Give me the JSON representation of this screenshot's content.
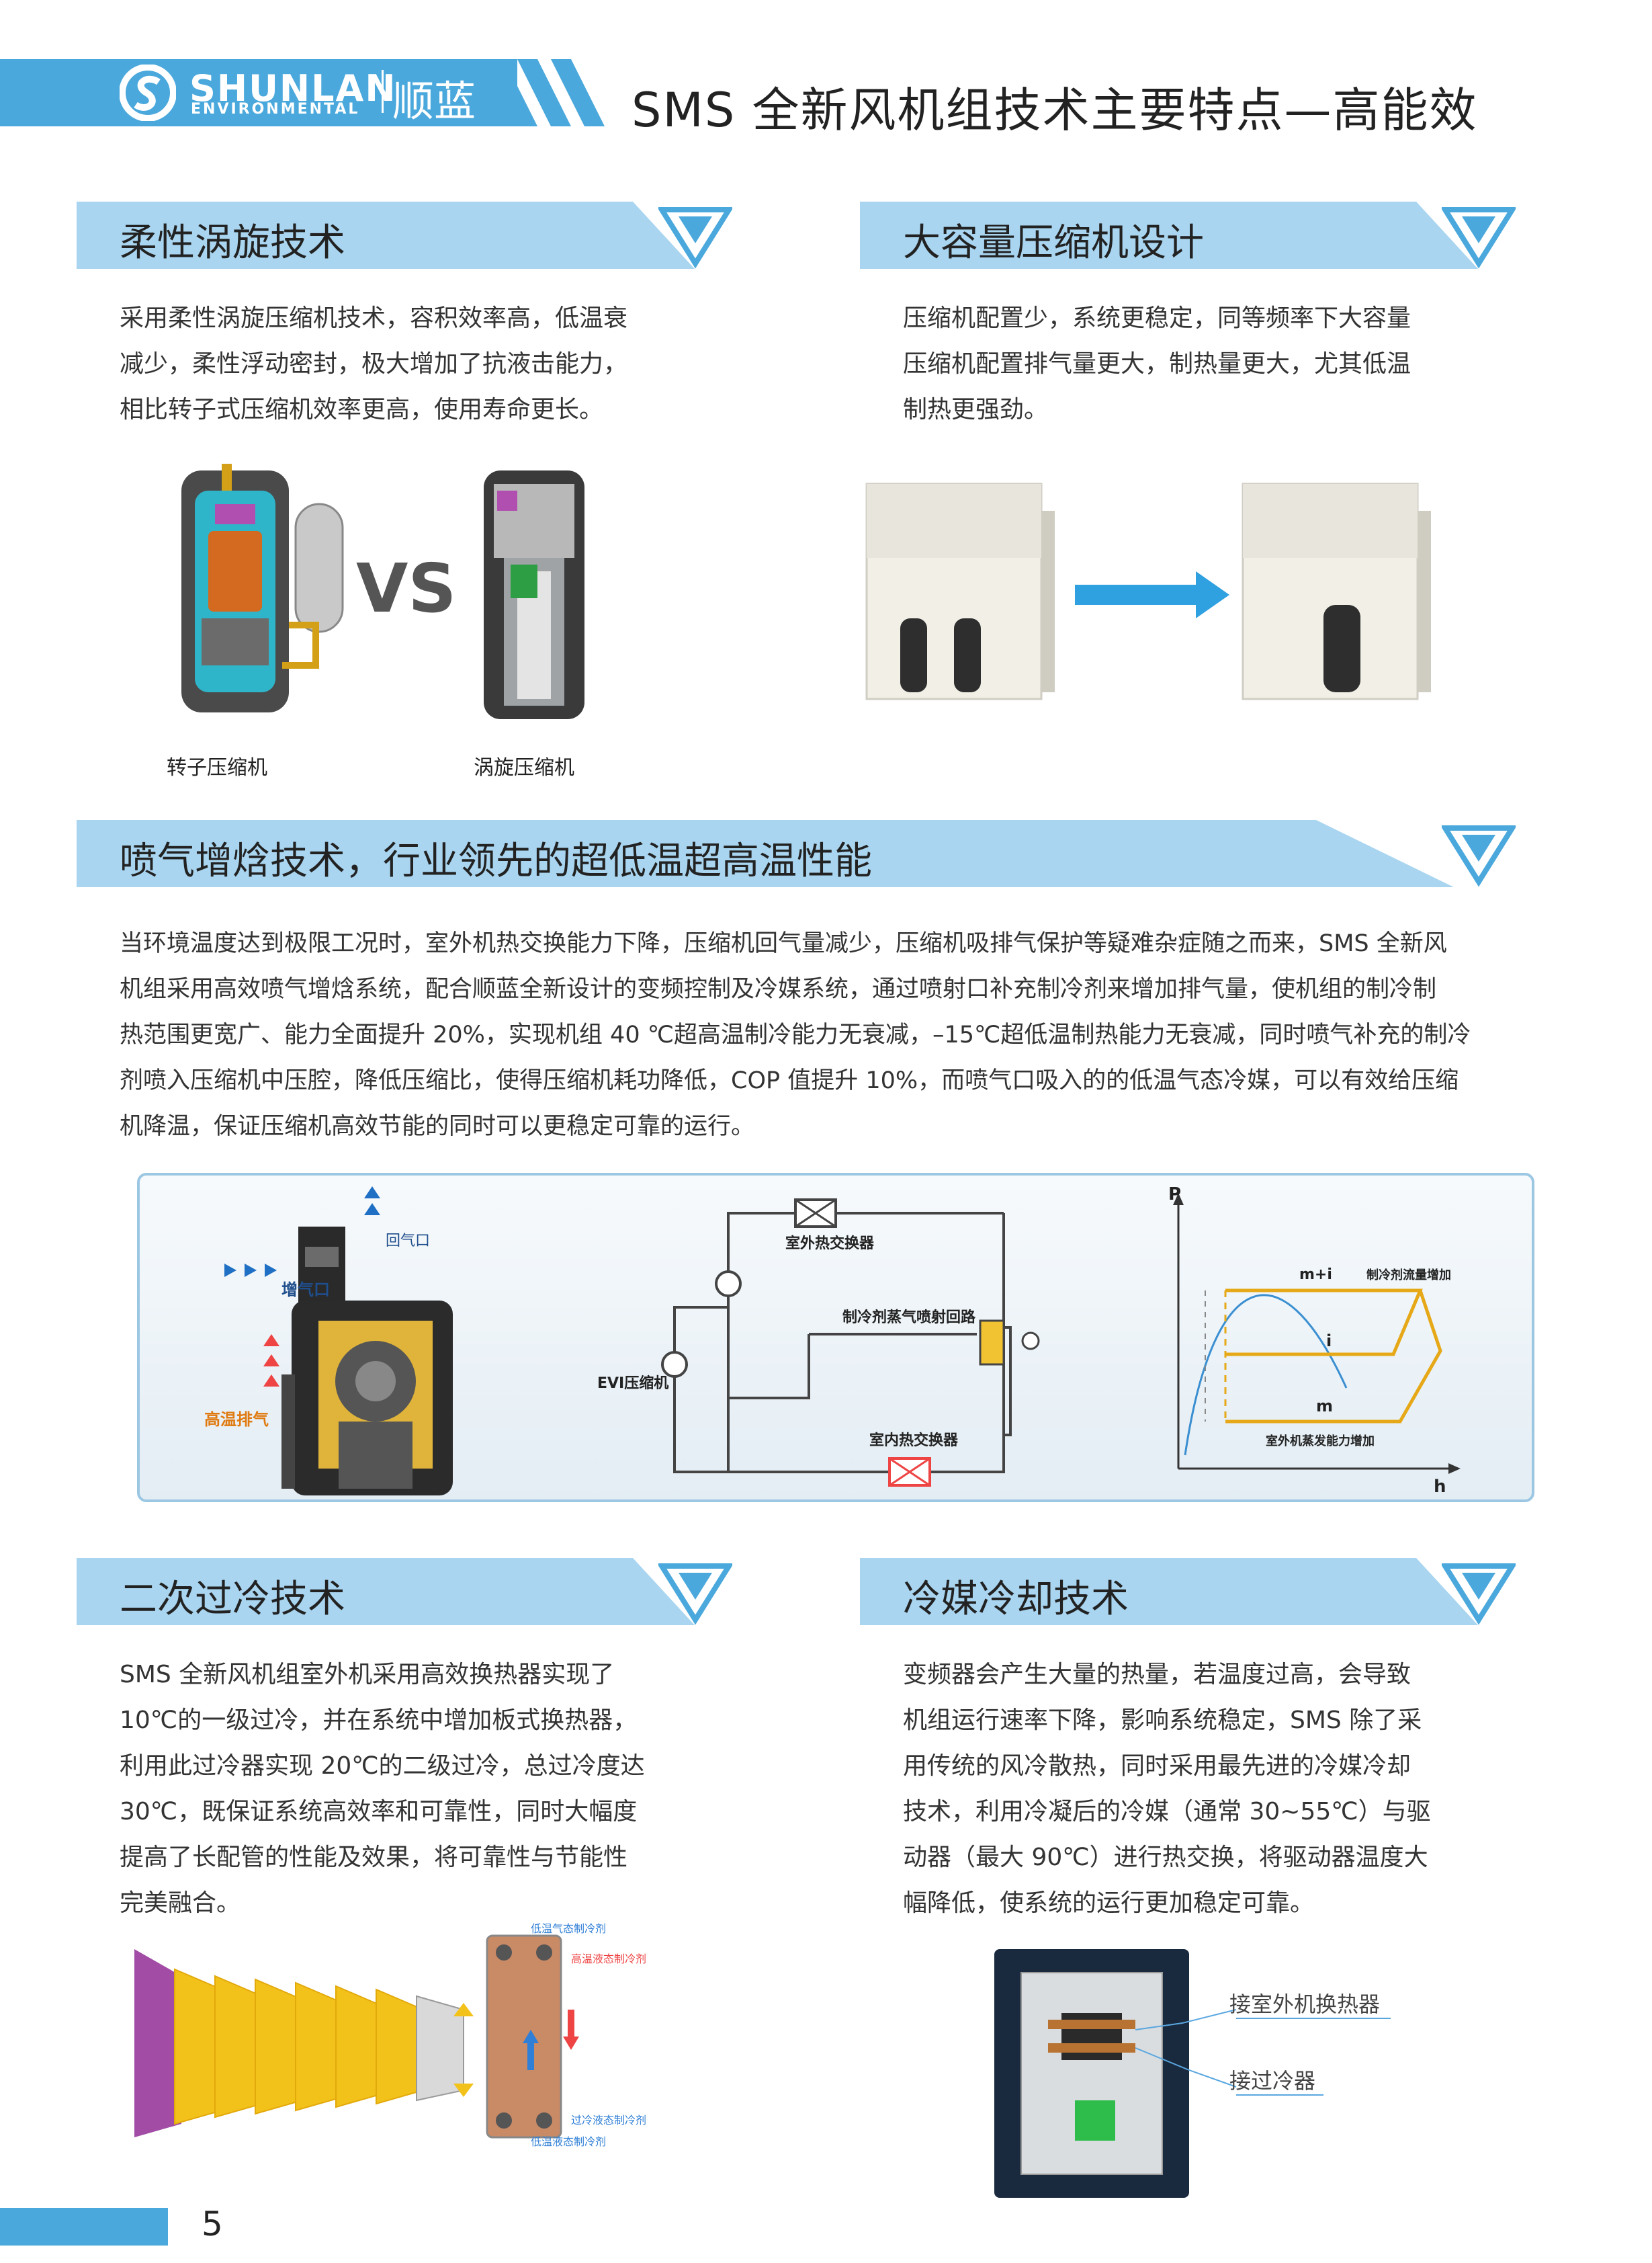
{
  "header": {
    "brand": "SHUNLAN",
    "brand_sub": "ENVIRONMENTAL",
    "brand_cn": "顺蓝",
    "title": "SMS 全新风机组技术主要特点—高能效"
  },
  "sections": {
    "flex_scroll": {
      "title": "柔性涡旋技术",
      "lines": [
        "采用柔性涡旋压缩机技术，容积效率高，低温衰",
        "减少，柔性浮动密封，极大增加了抗液击能力，",
        "相比转子式压缩机效率更高，使用寿命更长。"
      ],
      "vs": "VS",
      "caption_left": "转子压缩机",
      "caption_right": "涡旋压缩机"
    },
    "large_compressor": {
      "title": "大容量压缩机设计",
      "lines": [
        "压缩机配置少，系统更稳定，同等频率下大容量",
        "压缩机配置排气量更大，制热量更大，尤其低温",
        "制热更强劲。"
      ]
    },
    "evi": {
      "title": "喷气增焓技术，行业领先的超低温超高温性能",
      "lines": [
        "当环境温度达到极限工况时，室外机热交换能力下降，压缩机回气量减少，压缩机吸排气保护等疑难杂症随之而来，SMS 全新风",
        "机组采用高效喷气增焓系统，配合顺蓝全新设计的变频控制及冷媒系统，通过喷射口补充制冷剂来增加排气量，使机组的制冷制",
        "热范围更宽广、能力全面提升 20%，实现机组 40 ℃超高温制冷能力无衰减，–15℃超低温制热能力无衰减，同时喷气补充的制冷",
        "剂喷入压缩机中压腔，降低压缩比，使得压缩机耗功降低，COP 值提升 10%，而喷气口吸入的的低温气态冷媒，可以有效给压缩",
        "机降温，保证压缩机高效节能的同时可以更稳定可靠的运行。"
      ],
      "diagram": {
        "label_return": "回气口",
        "label_inject": "增气口",
        "label_discharge": "高温排气",
        "label_outdoor_hx": "室外热交换器",
        "label_injection_loop": "制冷剂蒸气喷射回路",
        "label_evi_comp": "EVI压缩机",
        "label_indoor_hx": "室内热交换器",
        "label_p": "P",
        "label_h": "h",
        "label_mi": "m+i",
        "label_flow_increase": "制冷剂流量增加",
        "label_i": "i",
        "label_m": "m",
        "label_capacity_increase": "室外机蒸发能力增加"
      }
    },
    "subcooling": {
      "title": "二次过冷技术",
      "lines": [
        "SMS 全新风机组室外机采用高效换热器实现了",
        "10℃的一级过冷，并在系统中增加板式换热器，",
        "利用此过冷器实现 20℃的二级过冷，总过冷度达",
        "30℃，既保证系统高效率和可靠性，同时大幅度",
        "提高了长配管的性能及效果，将可靠性与节能性",
        "完美融合。"
      ],
      "labels": [
        "低温气态制冷剂",
        "高温液态制冷剂",
        "过冷液态制冷剂",
        "低温液态制冷剂"
      ]
    },
    "coolant_cooling": {
      "title": "冷媒冷却技术",
      "lines": [
        "变频器会产生大量的热量，若温度过高，会导致",
        "机组运行速率下降，影响系统稳定，SMS 除了采",
        "用传统的风冷散热，同时采用最先进的冷媒冷却",
        "技术，利用冷凝后的冷媒（通常 30~55℃）与驱",
        "动器（最大 90℃）进行热交换，将驱动器温度大",
        "幅降低，使系统的运行更加稳定可靠。"
      ],
      "label_outdoor": "接室外机换热器",
      "label_subcooler": "接过冷器"
    }
  },
  "footer": {
    "page_number": "5"
  },
  "colors": {
    "primary": "#4aa8dc",
    "section_bar": "#a9d5f0",
    "text": "#333333"
  }
}
